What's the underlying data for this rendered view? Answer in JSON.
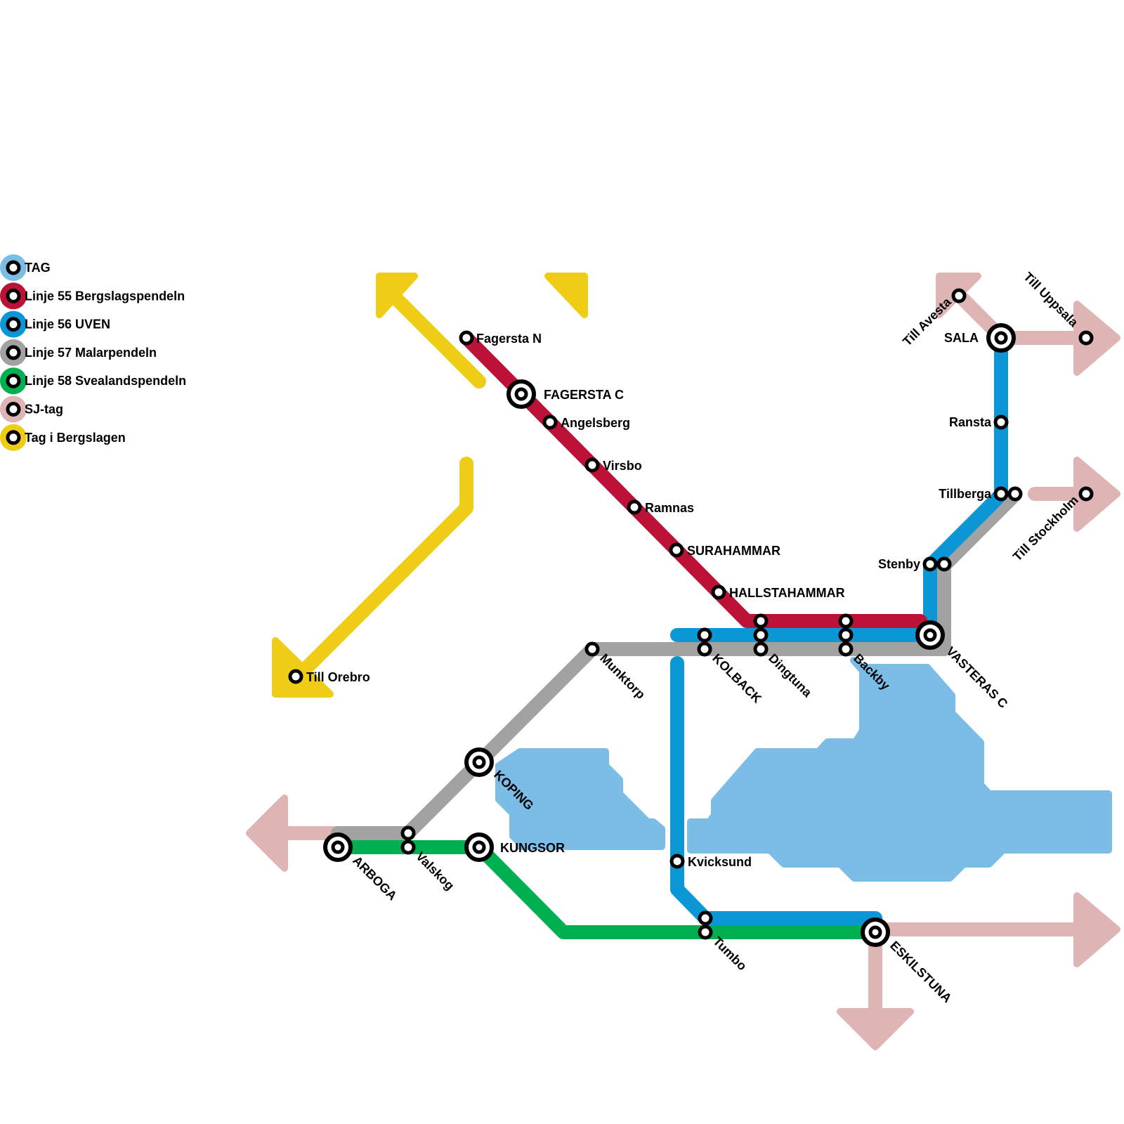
{
  "legend": {
    "items": [
      {
        "label": "TAG",
        "color": "#7bbde6"
      },
      {
        "label": "Linje 55 Bergslagspendeln",
        "color": "#bd1238"
      },
      {
        "label": "Linje 56 UVEN",
        "color": "#0b96d6"
      },
      {
        "label": "Linje 57 Malarpendeln",
        "color": "#a2a2a2"
      },
      {
        "label": "Linje 58 Svealandspendeln",
        "color": "#00b050"
      },
      {
        "label": "SJ-tag",
        "color": "#dfb4b4"
      },
      {
        "label": "Tag i Bergslagen",
        "color": "#efcd16"
      }
    ]
  },
  "colors": {
    "water": "#7bbde6",
    "line55": "#bd1238",
    "line56": "#0b96d6",
    "line57": "#a2a2a2",
    "line58": "#00b050",
    "sj": "#dfb4b4",
    "bergslagen": "#efcd16"
  },
  "stations": {
    "fagersta_n": "Fagersta N",
    "fagersta_c": "FAGERSTA C",
    "angelsberg": "Angelsberg",
    "virsbo": "Virsbo",
    "ramnas": "Ramnas",
    "surahammar": "SURAHAMMAR",
    "hallstahammar": "HALLSTAHAMMAR",
    "munktorp": "Munktorp",
    "kolback": "KOLBACK",
    "dingtuna": "Dingtuna",
    "backby": "Backby",
    "vasteras_c": "VASTERAS C",
    "stenby": "Stenby",
    "tillberga": "Tillberga",
    "ransta": "Ransta",
    "sala": "SALA",
    "till_avesta": "Till Avesta",
    "till_uppsala": "Till Uppsala",
    "till_stockholm": "Till Stockholm",
    "till_orebro": "Till Orebro",
    "koping": "KOPING",
    "kungsor": "KUNGSOR",
    "arboga": "ARBOGA",
    "valskog": "Valskog",
    "kvicksund": "Kvicksund",
    "tumbo": "Tumbo",
    "eskilstuna": "ESKILSTUNA"
  }
}
